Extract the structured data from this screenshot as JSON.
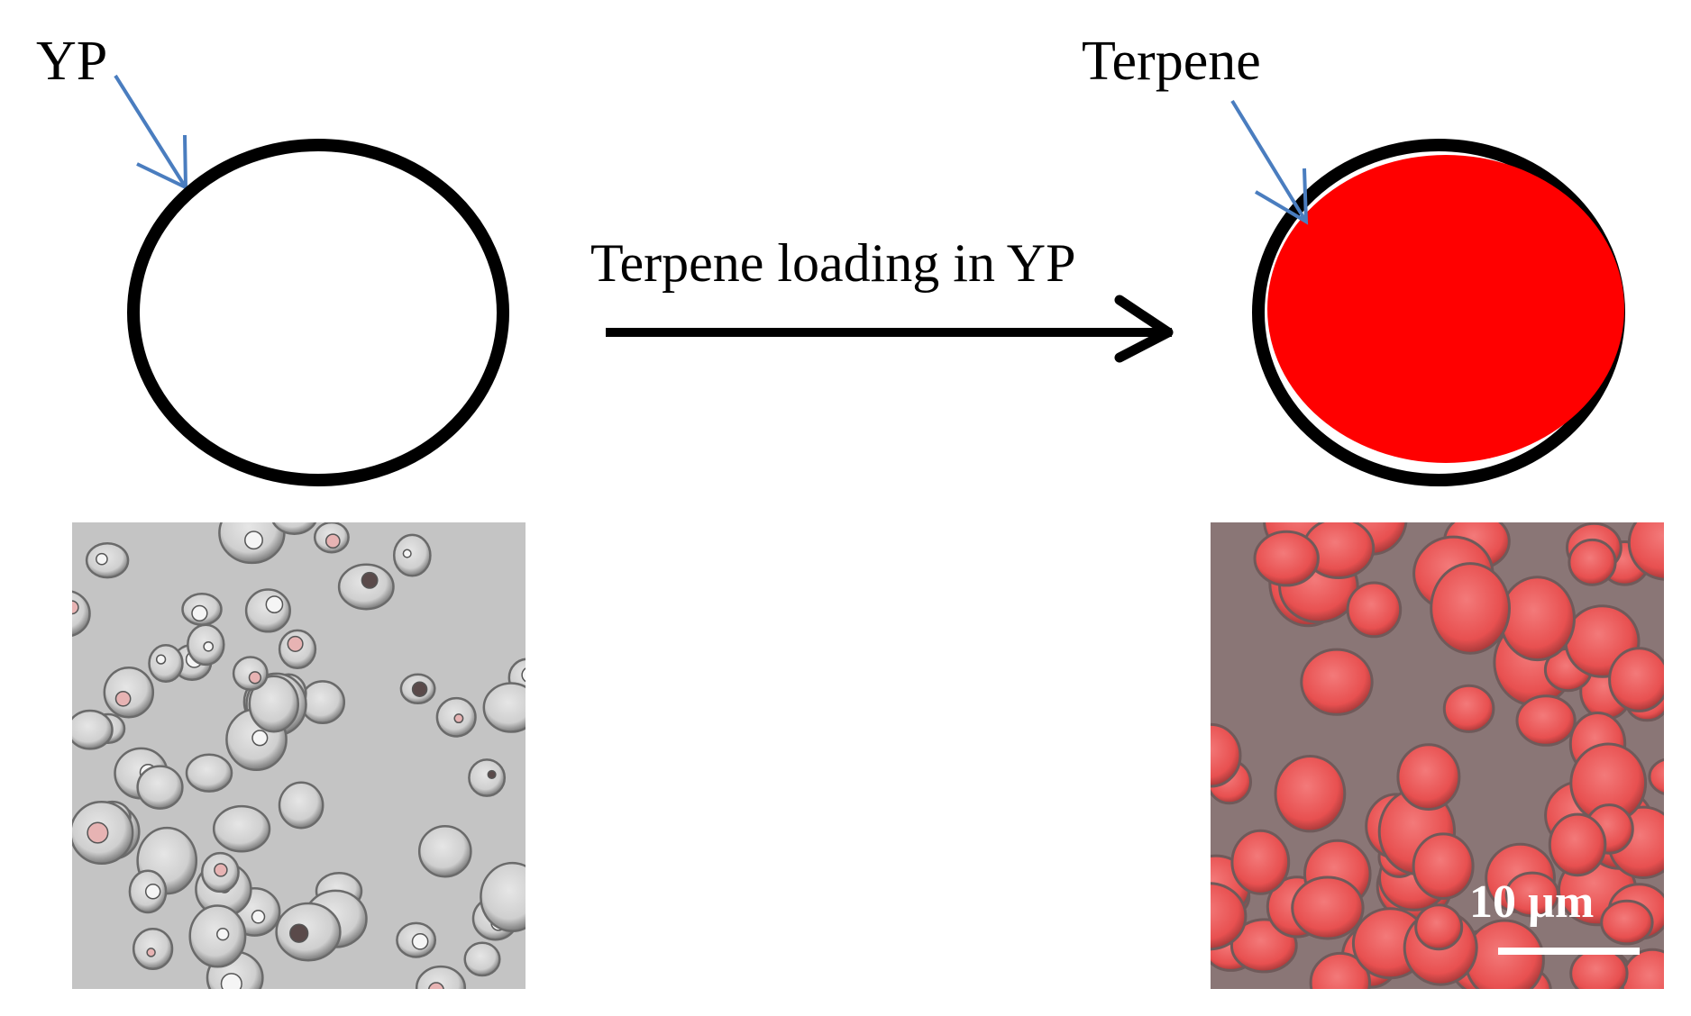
{
  "labels": {
    "yp": "YP",
    "terpene": "Terpene",
    "process": "Terpene loading in YP",
    "scale_bar": "10 µm"
  },
  "colors": {
    "outline": "#000000",
    "pointer_arrow": "#4a7dbf",
    "terpene_fill": "#ff0000",
    "micrograph_left_bg": "#c4c4c4",
    "micrograph_right_bg": "#8a7676",
    "cell_red": "#ea5a5a"
  }
}
